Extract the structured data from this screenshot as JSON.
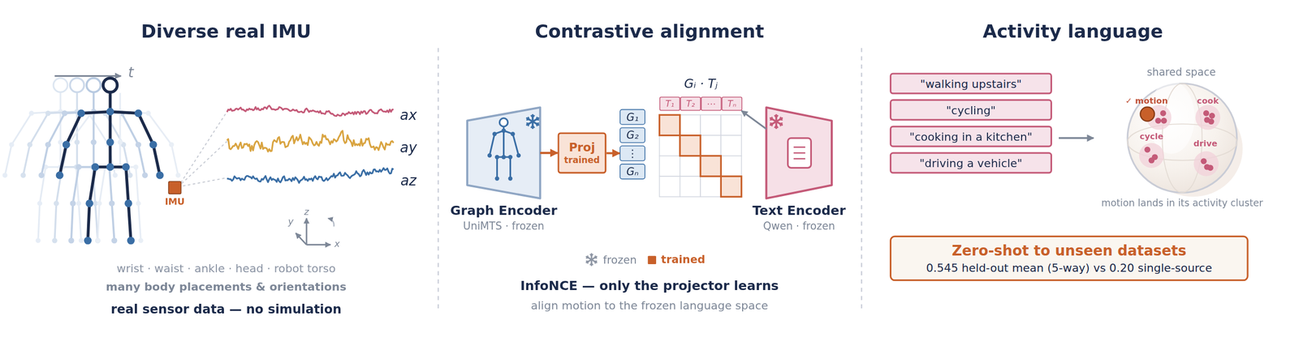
{
  "diagram": {
    "nodes": [
      {
        "text": [
          "IMU"
        ]
      },
      {
        "text": [
          "Graph Encoder",
          "UniMTS · frozen"
        ]
      },
      {
        "text": [
          "Proj",
          "trained"
        ]
      },
      {
        "text": [
          "G₁"
        ]
      },
      {
        "text": [
          "G₂"
        ]
      },
      {
        "text": [
          "⋮"
        ]
      },
      {
        "text": [
          "Gₙ"
        ]
      },
      {
        "text": [
          "T₁"
        ]
      },
      {
        "text": [
          "T₂"
        ]
      },
      {
        "text": [
          "⋯"
        ]
      },
      {
        "text": [
          "Tₙ"
        ]
      },
      {
        "text": [
          "Text Encoder",
          "Qwen · frozen"
        ]
      },
      {
        "text": [
          "\"walking upstairs\""
        ]
      },
      {
        "text": [
          "\"cycling\""
        ]
      },
      {
        "text": [
          "\"cooking in a kitchen\""
        ]
      },
      {
        "text": [
          "\"driving a vehicle\""
        ]
      },
      {
        "text": [
          "Zero-shot to unseen datasets",
          "0.545 held-out mean (5-way) vs 0.20 single-source"
        ]
      }
    ],
    "edges": [
      {
        "from": 1,
        "to": 2,
        "arrow": "to"
      },
      {
        "from": 2,
        "to": 5,
        "arrow": "to"
      },
      {
        "from": 11,
        "to": 10,
        "arrow": "to"
      }
    ],
    "labels": [
      "Diverse real IMU",
      "Contrastive alignment",
      "Activity language",
      "t",
      "ax",
      "ay",
      "az",
      "z",
      "y",
      "x",
      "wrist · waist · ankle · head · robot torso",
      "many body placements & orientations",
      "real sensor data — no simulation",
      "Gᵢ · Tⱼ",
      "InfoNCE — only the projector learns",
      "align motion to the frozen language space",
      "shared space",
      "✓ motion",
      "cook",
      "cycle",
      "drive",
      "motion lands in its activity cluster"
    ],
    "legend": [
      {
        "text": "frozen"
      },
      {
        "text": "trained",
        "color": "#c8602a"
      }
    ]
  }
}
